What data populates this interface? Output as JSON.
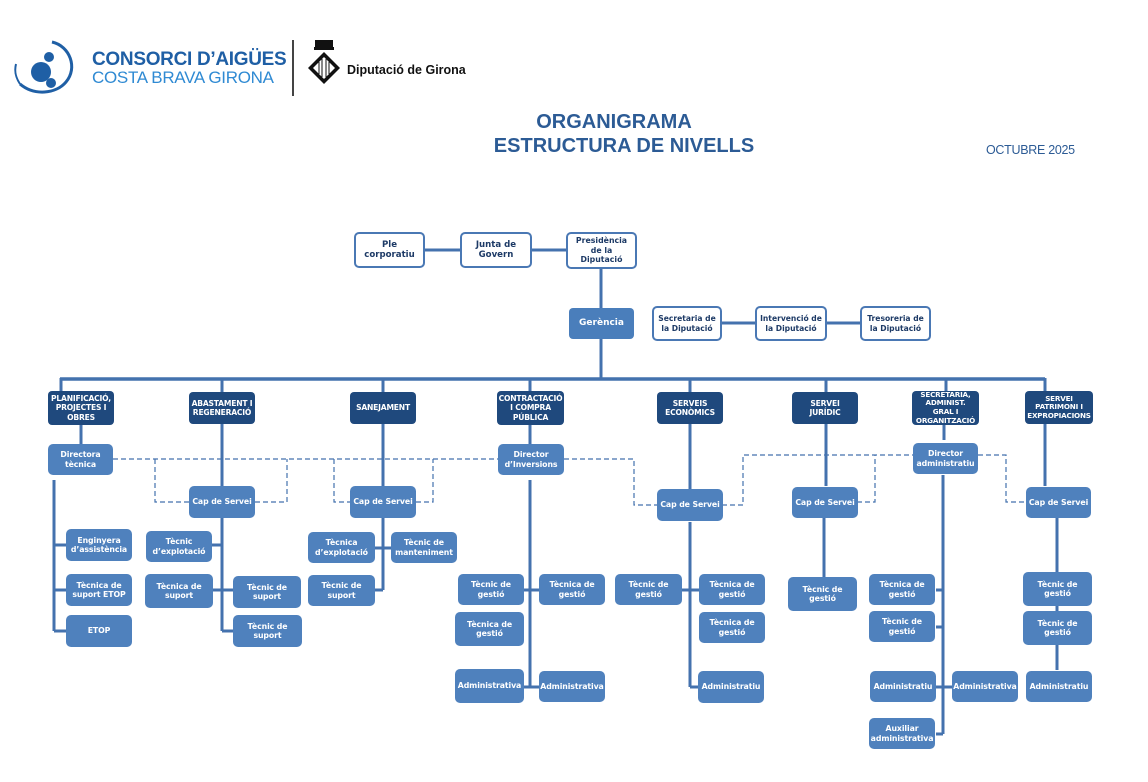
{
  "header": {
    "consorci_line1": "CONSORCI D’AIGÜES",
    "consorci_line2": "COSTA BRAVA GIRONA",
    "diputacio": "Diputació de Girona",
    "title_line1": "ORGANIGRAMA",
    "title_line2": "ESTRUCTURA DE NIVELLS",
    "date": "OCTUBRE 2025",
    "colors": {
      "brand_blue": "#1f5fa5",
      "title_blue": "#2c5b95",
      "dept_navy": "#1f497d",
      "role_blue": "#4f81bd"
    }
  },
  "governance": {
    "ple": "Ple corporatiu",
    "junta": "Junta de Govern",
    "presidencia": "Presidència de la Diputació",
    "gerencia": "Gerència",
    "secretaria": "Secretaria de la Diputació",
    "intervencio": "Intervenció de la Diputació",
    "tresoreria": "Tresoreria de la Diputació"
  },
  "departments": [
    {
      "name": "PLANIFICACIÓ, PROJECTES I OBRES",
      "head": "Directora tècnica",
      "staff": [
        "Enginyera d’assistència",
        "Tècnica de suport ETOP",
        "ETOP"
      ]
    },
    {
      "name": "ABASTAMENT I REGENERACIÓ",
      "head": "Cap de Servei",
      "staff": [
        "Tècnic d’explotació",
        "Tècnica de suport",
        "Tècnic de suport",
        "Tècnic de suport"
      ]
    },
    {
      "name": "SANEJAMENT",
      "head": "Cap de Servei",
      "staff": [
        "Tècnica d’explotació",
        "Tècnic de manteniment",
        "Tècnic de suport"
      ]
    },
    {
      "name": "CONTRACTACIÓ I COMPRA PÚBLICA",
      "head": "Director d’Inversions",
      "staff": [
        "Tècnic de  gestió",
        "Tècnica de gestió",
        "Tècnica de gestió",
        "Administrativa",
        "Administrativa"
      ]
    },
    {
      "name": "SERVEIS ECONÒMICS",
      "head": "Cap de Servei",
      "staff": [
        "Tècnic de gestió",
        "Tècnica de gestió",
        "Tècnica de gestió",
        "Administratiu"
      ]
    },
    {
      "name": "SERVEI JURÍDIC",
      "head": "Cap de Servei",
      "staff": [
        "Tècnic de gestió"
      ]
    },
    {
      "name": "SECRETARIA, ADMINIST. GRAL I ORGANITZACIÓ",
      "head": "Director administratiu",
      "staff": [
        "Tècnica de gestió",
        "Tècnic de gestió",
        "Administratiu",
        "Administrativa",
        "Auxiliar administrativa"
      ]
    },
    {
      "name": "SERVEI PATRIMONI I EXPROPIACIONS",
      "head": "Cap de Servei",
      "staff": [
        "Tècnic de gestió",
        "Tècnic de gestió",
        "Administratiu"
      ]
    }
  ]
}
